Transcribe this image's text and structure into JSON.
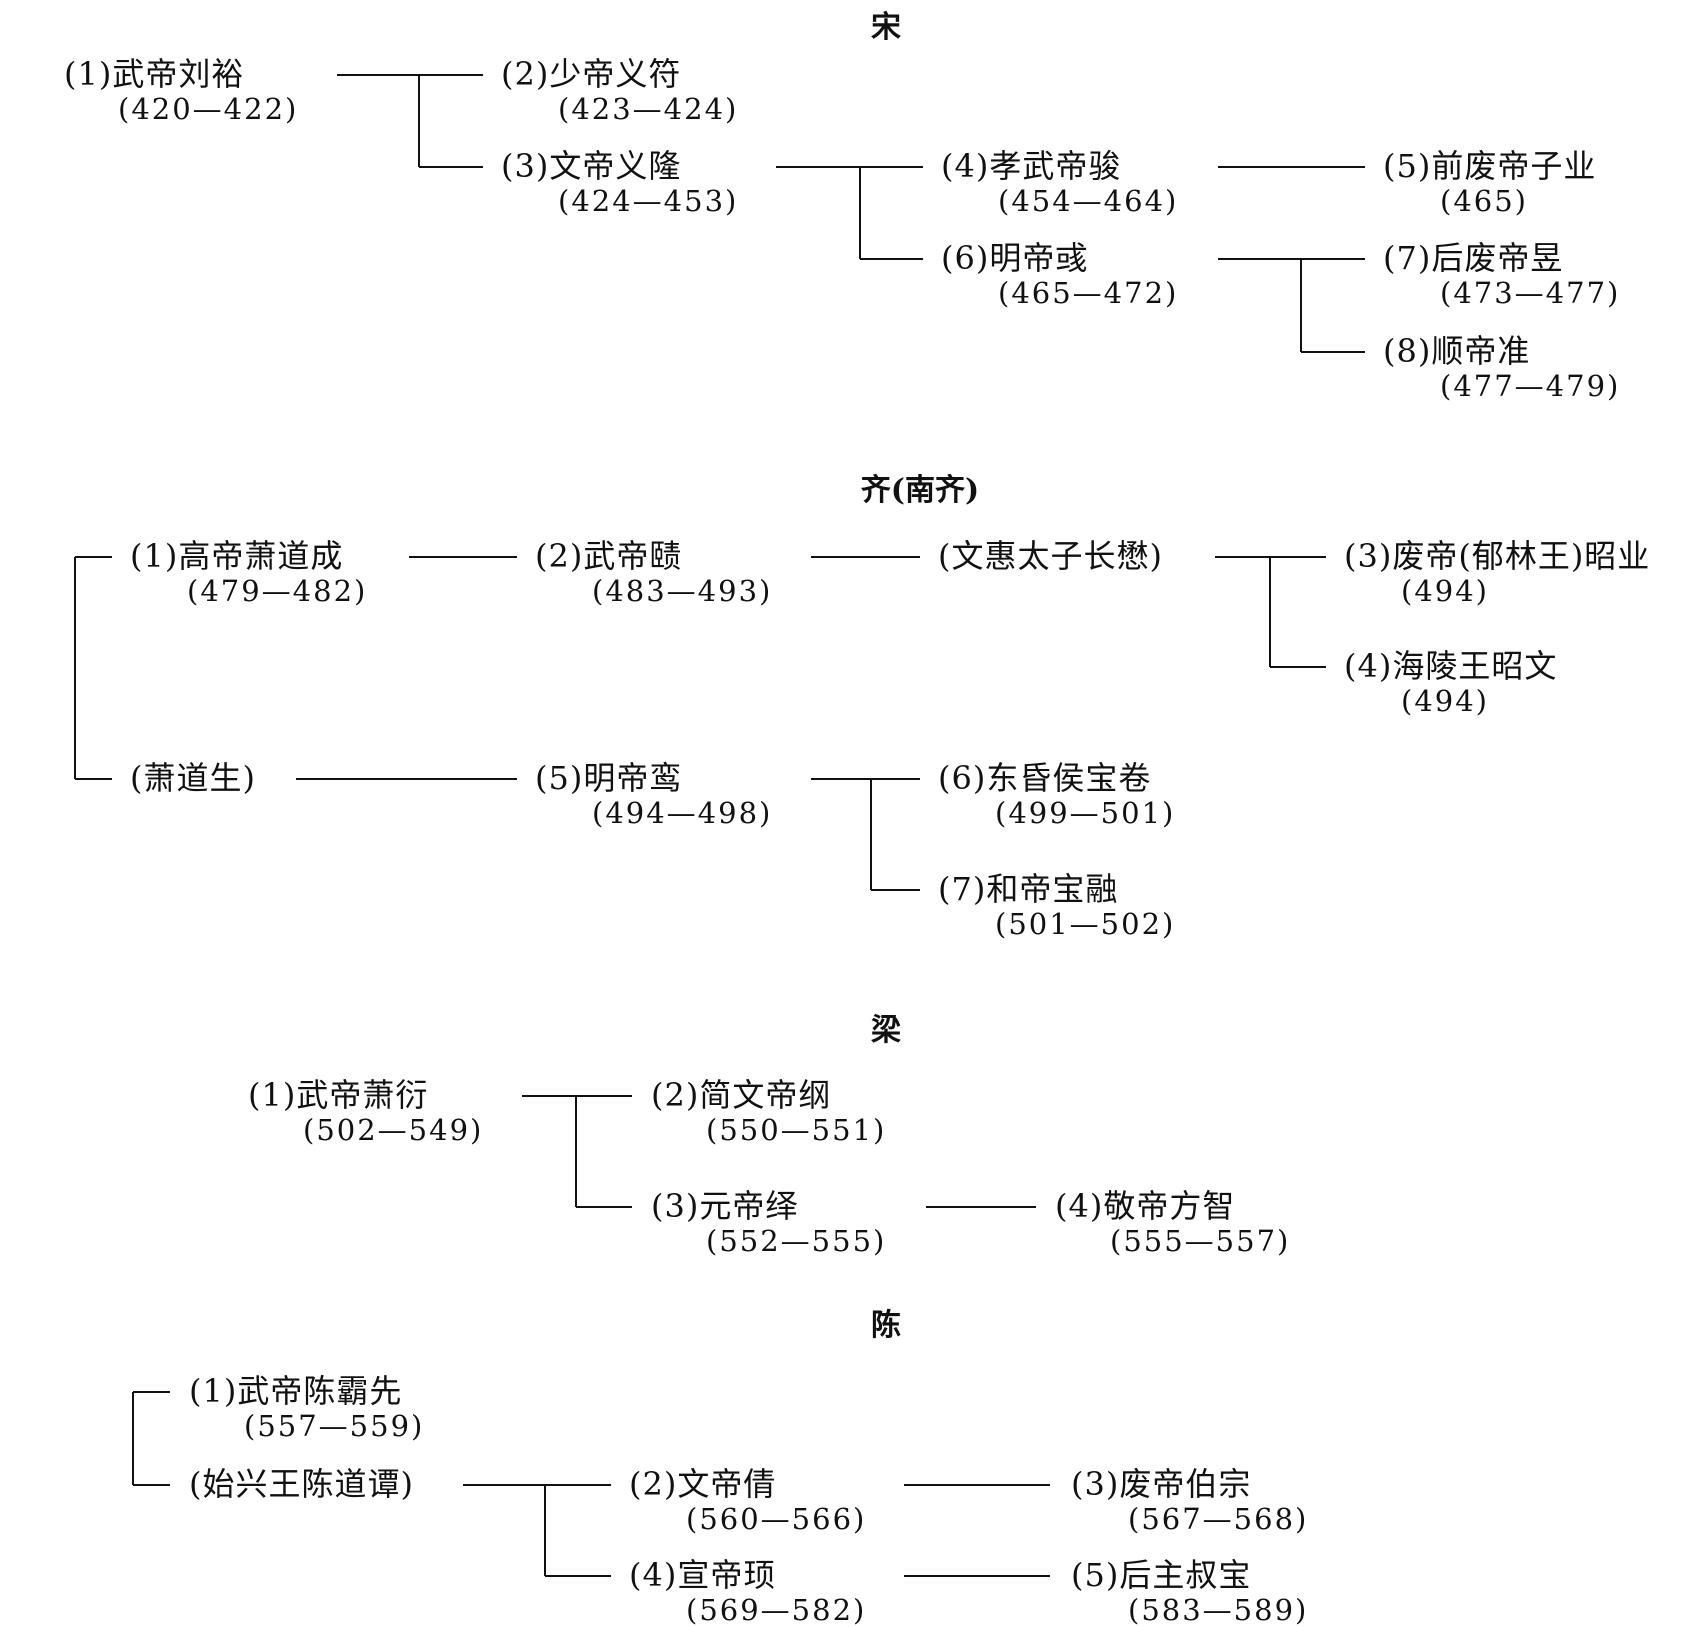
{
  "dynasties": [
    {
      "title": "宋",
      "members": [
        {
          "id": "song-1",
          "name": "(1)武帝刘裕",
          "years": "(420—422)"
        },
        {
          "id": "song-2",
          "name": "(2)少帝义符",
          "years": "(423—424)"
        },
        {
          "id": "song-3",
          "name": "(3)文帝义隆",
          "years": "(424—453)"
        },
        {
          "id": "song-4",
          "name": "(4)孝武帝骏",
          "years": "(454—464)"
        },
        {
          "id": "song-5",
          "name": "(5)前废帝子业",
          "years": "(465)"
        },
        {
          "id": "song-6",
          "name": "(6)明帝彧",
          "years": "(465—472)"
        },
        {
          "id": "song-7",
          "name": "(7)后废帝昱",
          "years": "(473—477)"
        },
        {
          "id": "song-8",
          "name": "(8)顺帝准",
          "years": "(477—479)"
        }
      ],
      "edges": [
        [
          "song-1",
          "song-2"
        ],
        [
          "song-1",
          "song-3"
        ],
        [
          "song-3",
          "song-4"
        ],
        [
          "song-3",
          "song-6"
        ],
        [
          "song-4",
          "song-5"
        ],
        [
          "song-6",
          "song-7"
        ],
        [
          "song-6",
          "song-8"
        ]
      ]
    },
    {
      "title": "齐(南齐)",
      "members": [
        {
          "id": "qi-1",
          "name": "(1)高帝萧道成",
          "years": "(479—482)"
        },
        {
          "id": "qi-2",
          "name": "(2)武帝赜",
          "years": "(483—493)"
        },
        {
          "id": "qi-wenhui",
          "name": "(文惠太子长懋)",
          "years": ""
        },
        {
          "id": "qi-3",
          "name": "(3)废帝(郁林王)昭业",
          "years": "(494)"
        },
        {
          "id": "qi-4",
          "name": "(4)海陵王昭文",
          "years": "(494)"
        },
        {
          "id": "qi-daosheng",
          "name": "(萧道生)",
          "years": ""
        },
        {
          "id": "qi-5",
          "name": "(5)明帝鸾",
          "years": "(494—498)"
        },
        {
          "id": "qi-6",
          "name": "(6)东昏侯宝卷",
          "years": "(499—501)"
        },
        {
          "id": "qi-7",
          "name": "(7)和帝宝融",
          "years": "(501—502)"
        }
      ],
      "edges": [
        [
          "qi-1",
          "qi-2"
        ],
        [
          "qi-2",
          "qi-wenhui"
        ],
        [
          "qi-wenhui",
          "qi-3"
        ],
        [
          "qi-wenhui",
          "qi-4"
        ],
        [
          "qi-daosheng",
          "qi-5"
        ],
        [
          "qi-5",
          "qi-6"
        ],
        [
          "qi-5",
          "qi-7"
        ]
      ],
      "sibling_groups": [
        [
          "qi-1",
          "qi-daosheng"
        ]
      ]
    },
    {
      "title": "梁",
      "members": [
        {
          "id": "liang-1",
          "name": "(1)武帝萧衍",
          "years": "(502—549)"
        },
        {
          "id": "liang-2",
          "name": "(2)简文帝纲",
          "years": "(550—551)"
        },
        {
          "id": "liang-3",
          "name": "(3)元帝绎",
          "years": "(552—555)"
        },
        {
          "id": "liang-4",
          "name": "(4)敬帝方智",
          "years": "(555—557)"
        }
      ],
      "edges": [
        [
          "liang-1",
          "liang-2"
        ],
        [
          "liang-1",
          "liang-3"
        ],
        [
          "liang-3",
          "liang-4"
        ]
      ]
    },
    {
      "title": "陈",
      "members": [
        {
          "id": "chen-1",
          "name": "(1)武帝陈霸先",
          "years": "(557—559)"
        },
        {
          "id": "chen-daotan",
          "name": "(始兴王陈道谭)",
          "years": ""
        },
        {
          "id": "chen-2",
          "name": "(2)文帝倩",
          "years": "(560—566)"
        },
        {
          "id": "chen-3",
          "name": "(3)废帝伯宗",
          "years": "(567—568)"
        },
        {
          "id": "chen-4",
          "name": "(4)宣帝顼",
          "years": "(569—582)"
        },
        {
          "id": "chen-5",
          "name": "(5)后主叔宝",
          "years": "(583—589)"
        }
      ],
      "edges": [
        [
          "chen-daotan",
          "chen-2"
        ],
        [
          "chen-daotan",
          "chen-4"
        ],
        [
          "chen-2",
          "chen-3"
        ],
        [
          "chen-4",
          "chen-5"
        ]
      ],
      "sibling_groups": [
        [
          "chen-1",
          "chen-daotan"
        ]
      ]
    }
  ]
}
